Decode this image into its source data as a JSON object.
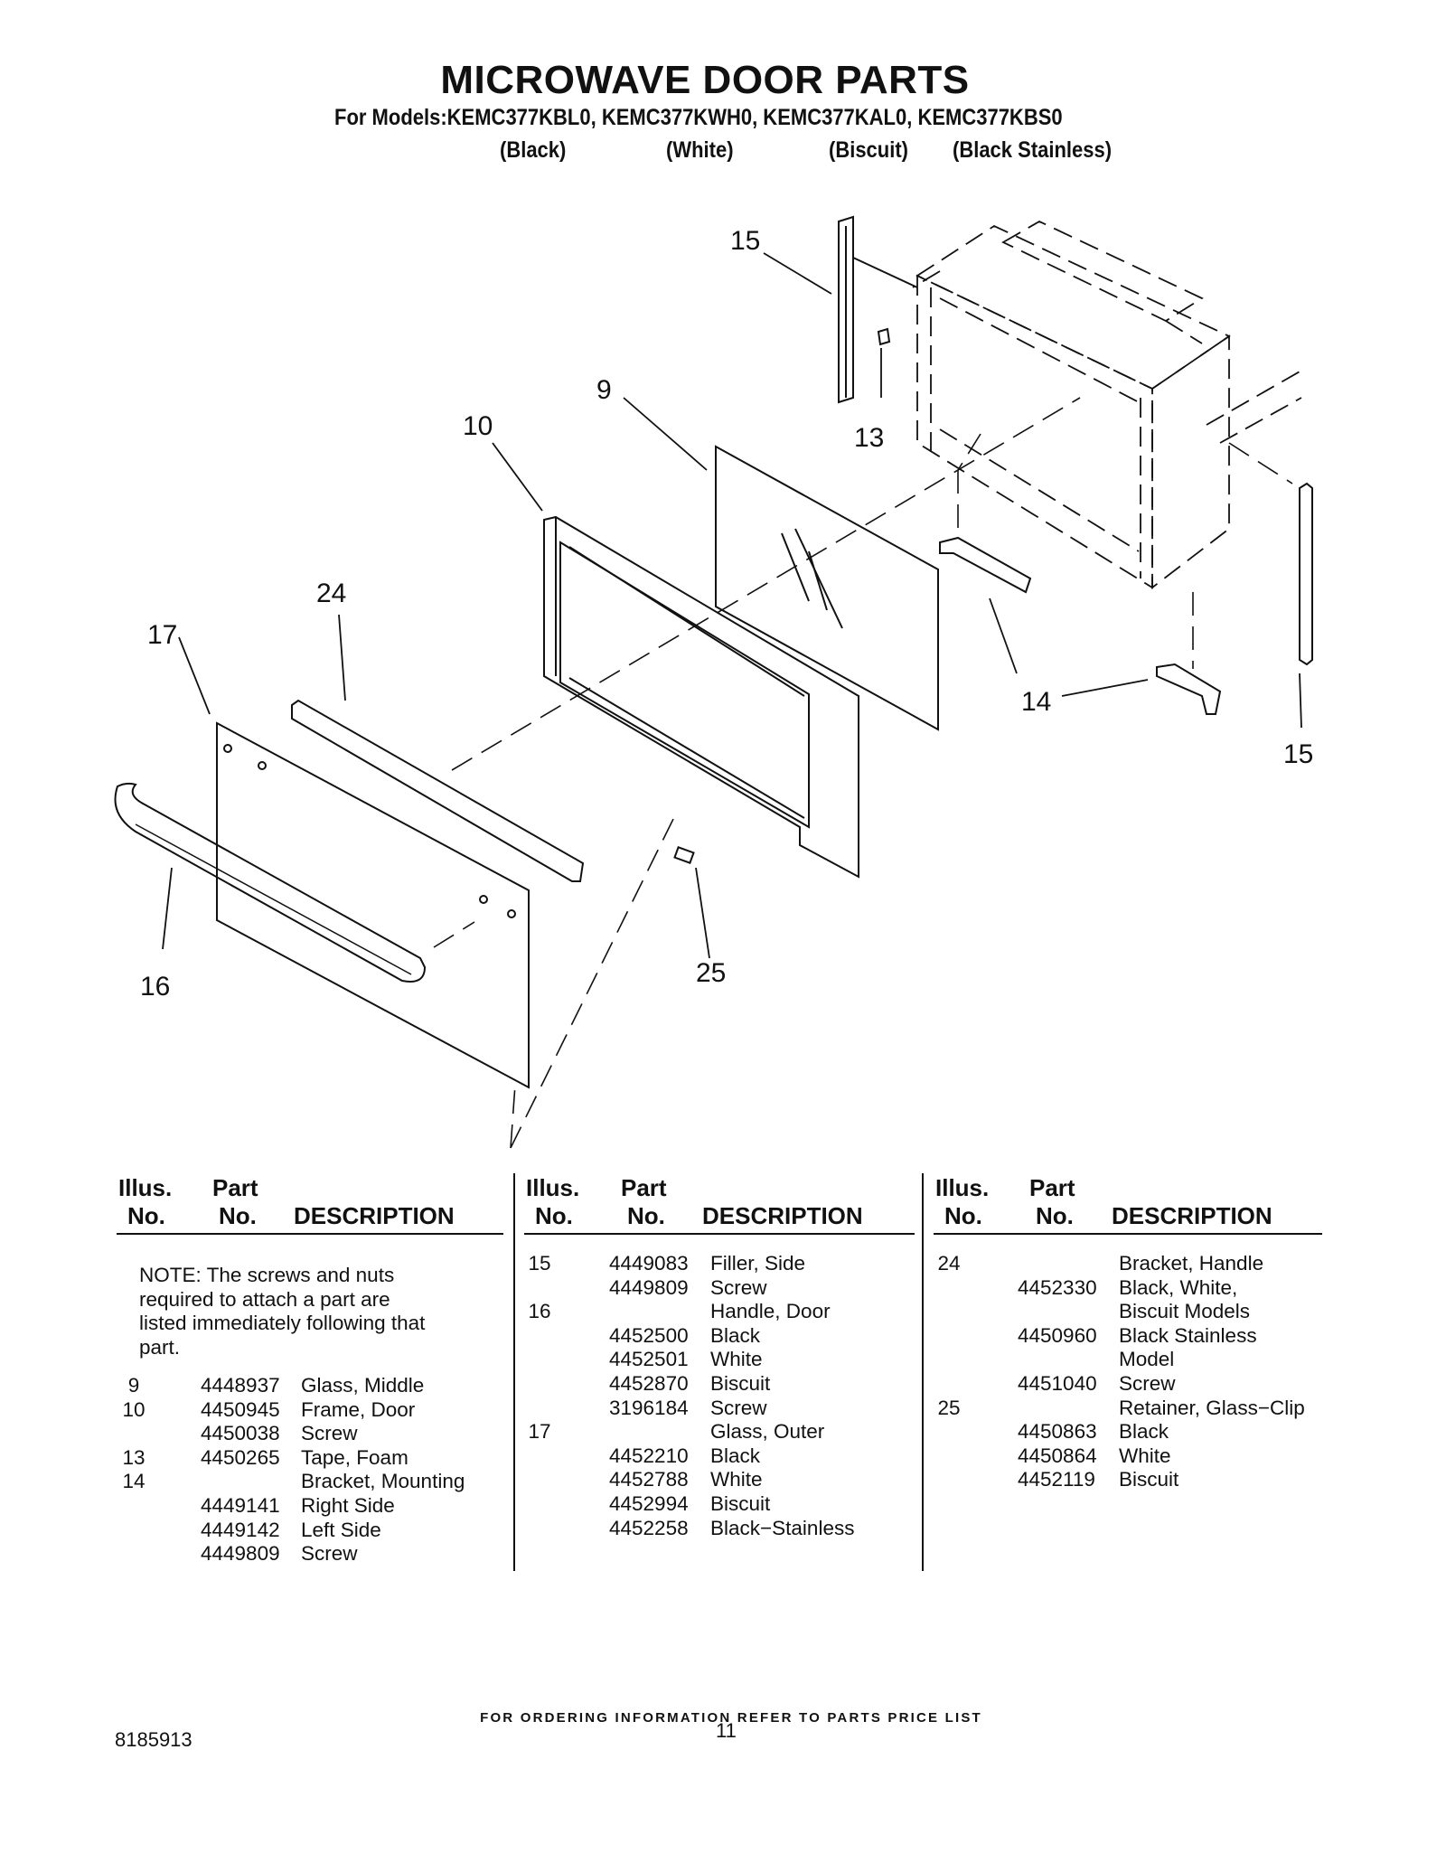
{
  "header": {
    "title": "MICROWAVE DOOR PARTS",
    "models_line": "For Models:KEMC377KBL0, KEMC377KWH0, KEMC377KAL0, KEMC377KBS0",
    "variants": [
      "(Black)",
      "(White)",
      "(Biscuit)",
      "(Black Stainless)"
    ]
  },
  "diagram": {
    "callouts": [
      "15",
      "13",
      "9",
      "10",
      "24",
      "17",
      "14",
      "15",
      "16",
      "25"
    ]
  },
  "table": {
    "header": {
      "illus": "Illus.",
      "part": "Part",
      "no": "No.",
      "description": "DESCRIPTION"
    },
    "note": "NOTE: The screws and nuts required to attach a part are listed immediately following that part.",
    "col1": [
      {
        "illus": "9",
        "part": "4448937",
        "desc": "Glass, Middle"
      },
      {
        "illus": "10",
        "part": "4450945",
        "desc": "Frame, Door"
      },
      {
        "illus": "",
        "part": "4450038",
        "desc": "Screw"
      },
      {
        "illus": "13",
        "part": "4450265",
        "desc": "Tape, Foam"
      },
      {
        "illus": "14",
        "part": "",
        "desc": "Bracket, Mounting"
      },
      {
        "illus": "",
        "part": "4449141",
        "desc": "Right Side"
      },
      {
        "illus": "",
        "part": "4449142",
        "desc": "Left Side"
      },
      {
        "illus": "",
        "part": "4449809",
        "desc": "Screw"
      }
    ],
    "col2": [
      {
        "illus": "15",
        "part": "4449083",
        "desc": "Filler, Side"
      },
      {
        "illus": "",
        "part": "4449809",
        "desc": "Screw"
      },
      {
        "illus": "16",
        "part": "",
        "desc": "Handle, Door"
      },
      {
        "illus": "",
        "part": "4452500",
        "desc": "Black"
      },
      {
        "illus": "",
        "part": "4452501",
        "desc": "White"
      },
      {
        "illus": "",
        "part": "4452870",
        "desc": "Biscuit"
      },
      {
        "illus": "",
        "part": "3196184",
        "desc": "Screw"
      },
      {
        "illus": "17",
        "part": "",
        "desc": "Glass, Outer"
      },
      {
        "illus": "",
        "part": "4452210",
        "desc": "Black"
      },
      {
        "illus": "",
        "part": "4452788",
        "desc": "White"
      },
      {
        "illus": "",
        "part": "4452994",
        "desc": "Biscuit"
      },
      {
        "illus": "",
        "part": "4452258",
        "desc": "Black−Stainless"
      }
    ],
    "col3": [
      {
        "illus": "24",
        "part": "",
        "desc": "Bracket, Handle"
      },
      {
        "illus": "",
        "part": "4452330",
        "desc": "Black, White,"
      },
      {
        "illus": "",
        "part": "",
        "desc": "Biscuit Models"
      },
      {
        "illus": "",
        "part": "4450960",
        "desc": "Black Stainless"
      },
      {
        "illus": "",
        "part": "",
        "desc": "Model"
      },
      {
        "illus": "",
        "part": "4451040",
        "desc": "Screw"
      },
      {
        "illus": "25",
        "part": "",
        "desc": "Retainer, Glass−Clip"
      },
      {
        "illus": "",
        "part": "4450863",
        "desc": "Black"
      },
      {
        "illus": "",
        "part": "4450864",
        "desc": "White"
      },
      {
        "illus": "",
        "part": "4452119",
        "desc": "Biscuit"
      }
    ]
  },
  "footer": {
    "ordering_note": "FOR ORDERING INFORMATION REFER TO PARTS PRICE LIST",
    "doc_number": "8185913",
    "page_number": "11"
  }
}
